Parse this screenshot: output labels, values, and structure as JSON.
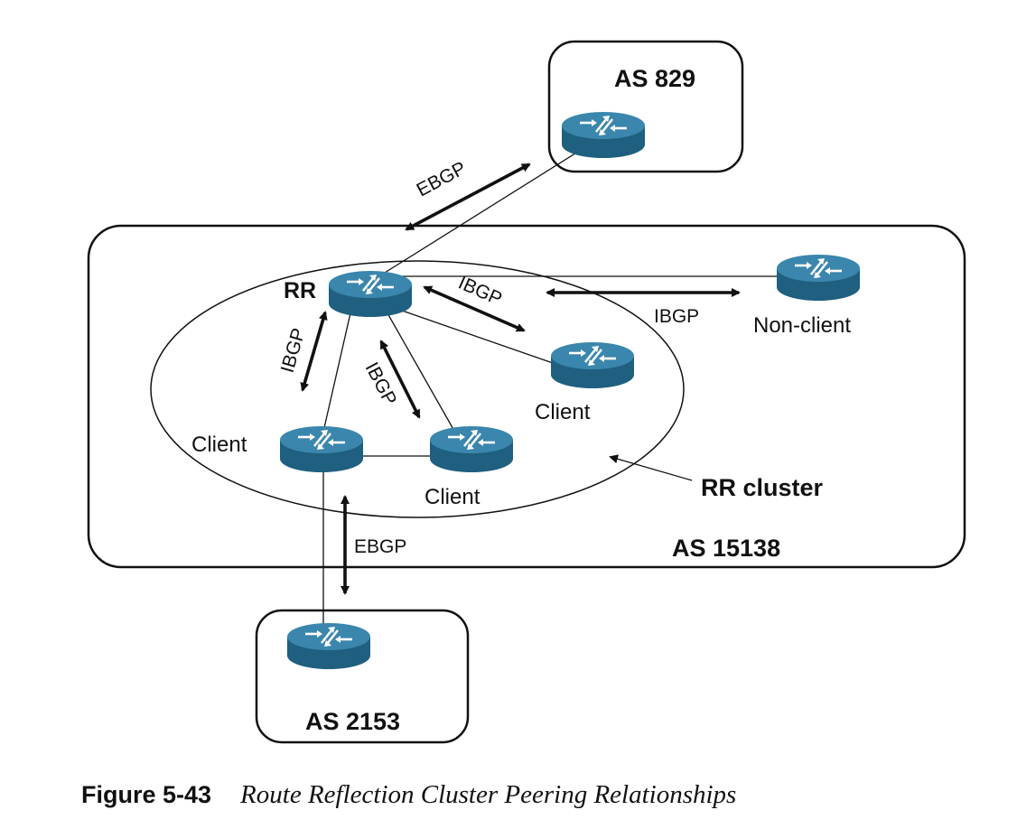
{
  "diagram": {
    "as_boxes": {
      "as829": "AS 829",
      "as15138": "AS 15138",
      "as2153": "AS 2153"
    },
    "router_labels": {
      "rr": "RR",
      "non_client": "Non-client",
      "client_right": "Client",
      "client_left": "Client",
      "client_bottom": "Client"
    },
    "cluster_label": "RR cluster",
    "sessions": {
      "ebgp_top": "EBGP",
      "ibgp_rr_client_right": "IBGP",
      "ibgp_rr_nonclient": "IBGP",
      "ibgp_rr_client_left": "IBGP",
      "ibgp_rr_client_bottom": "IBGP",
      "ebgp_bottom": "EBGP"
    },
    "colors": {
      "router_body": "#1f5f7f",
      "router_top": "#3a86ad",
      "outline": "#111111"
    }
  },
  "caption": {
    "figure_number": "Figure 5-43",
    "title": "Route Reflection Cluster Peering Relationships"
  }
}
